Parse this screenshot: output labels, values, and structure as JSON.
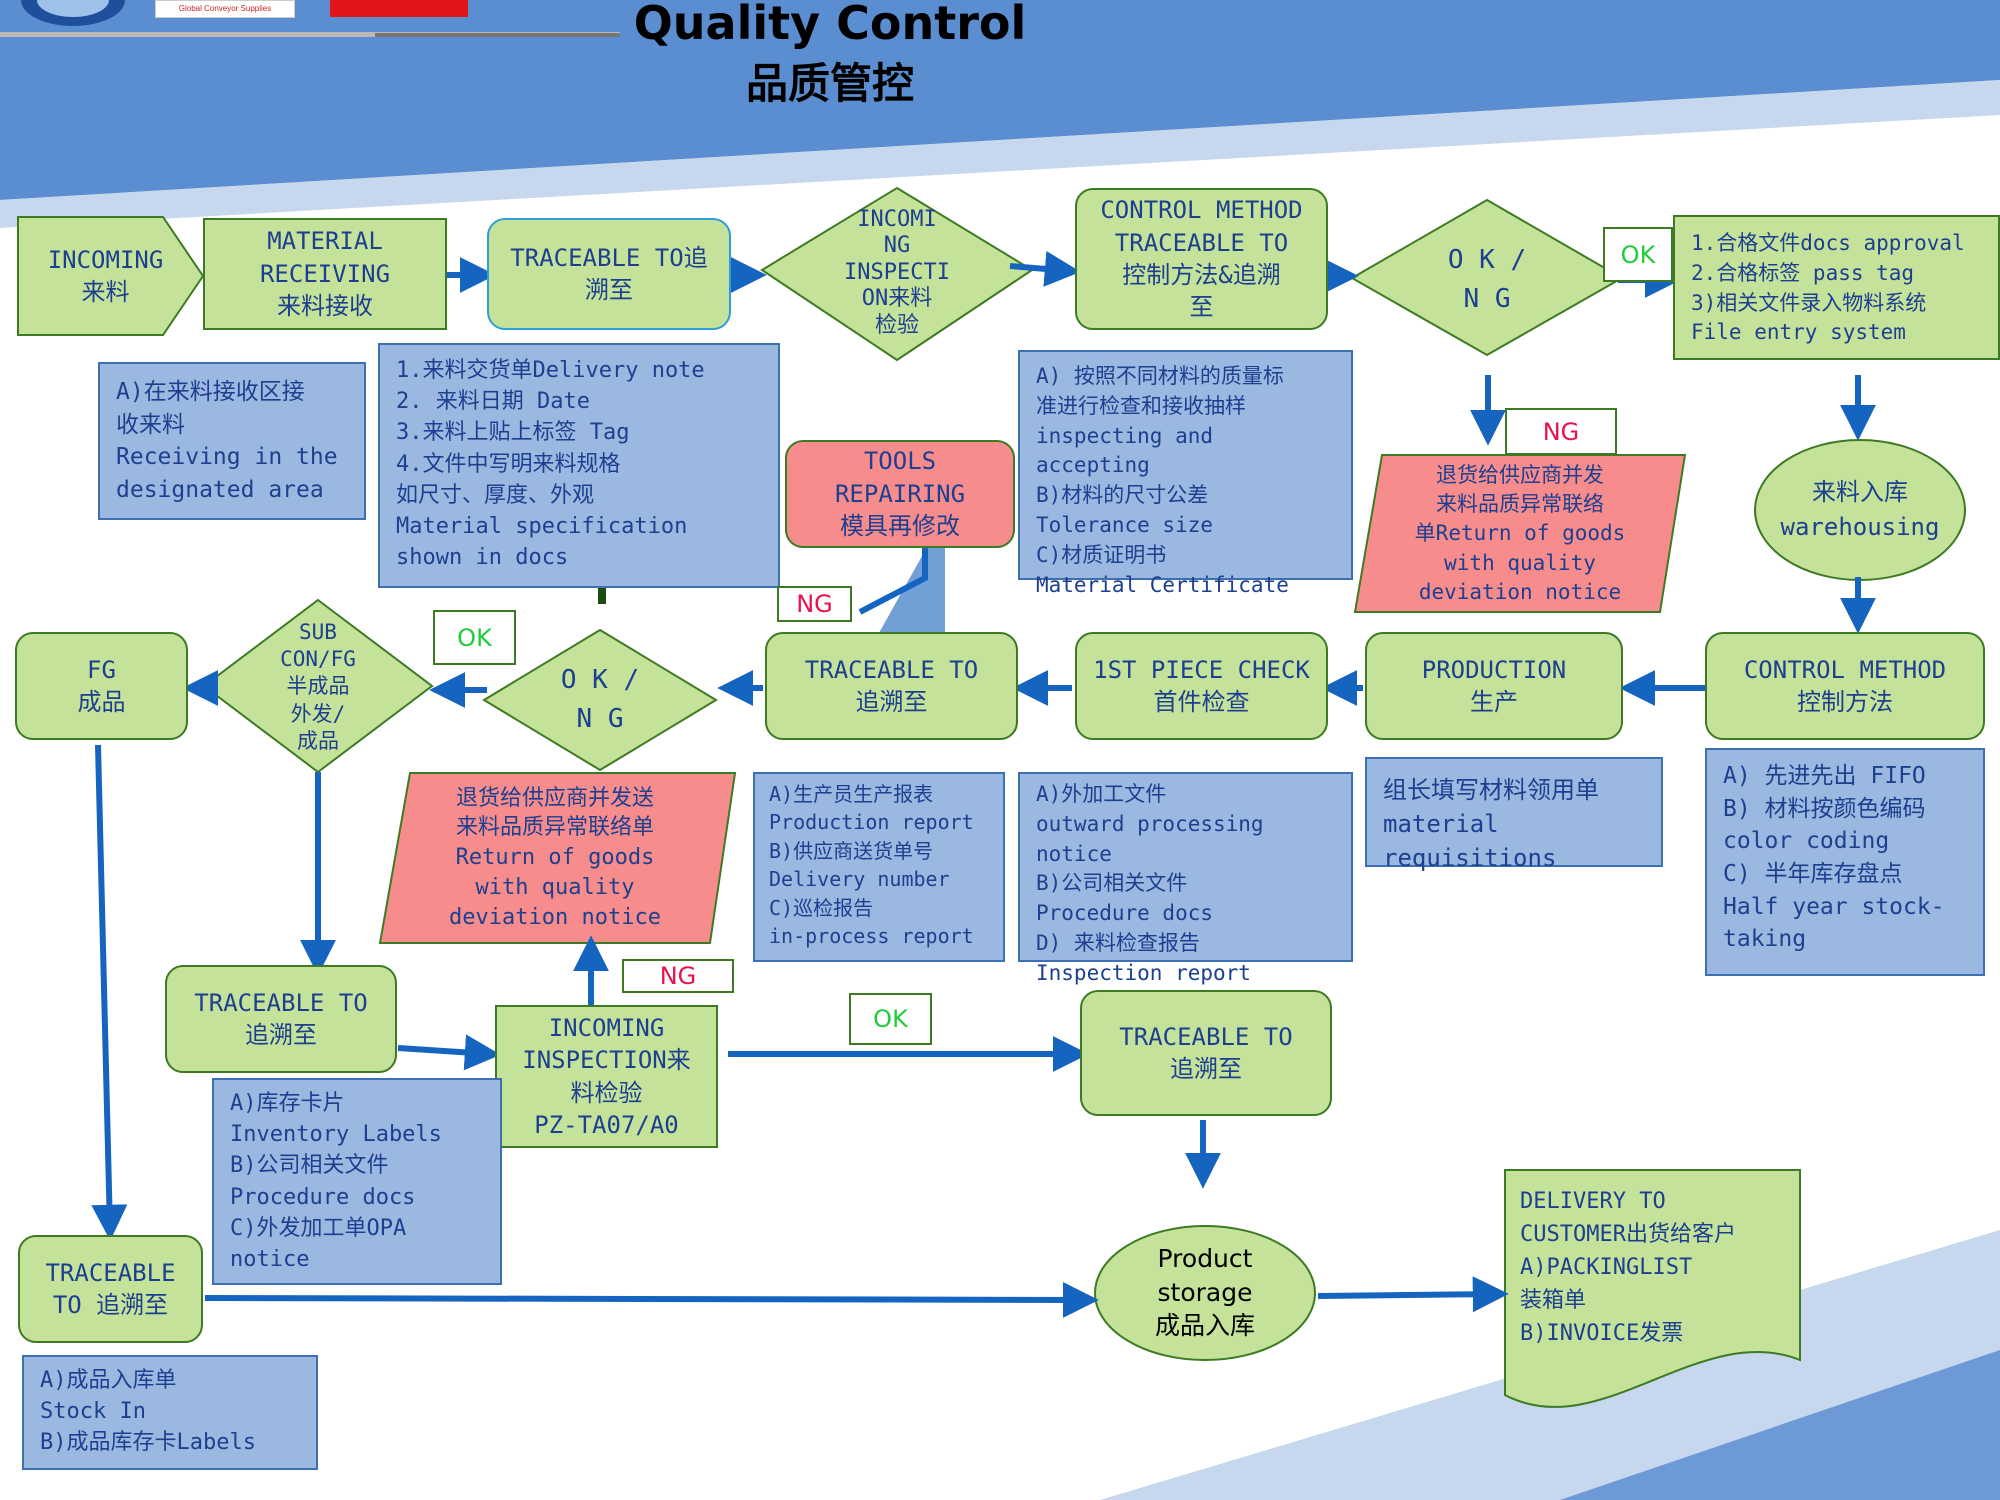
{
  "header": {
    "logo_caption": "Global Conveyor Supplies",
    "title_en": "Quality Control",
    "title_zh": "品质管控"
  },
  "colors": {
    "process_fill": "#c5e29a",
    "process_border": "#3d7a23",
    "note_fill": "#9bb9e0",
    "alert_fill": "#f78c8c",
    "arrow": "#1565c0",
    "text": "#1d3f8f",
    "ok_text": "#1fcc3a",
    "ng_text": "#e8124d"
  },
  "nodes": {
    "incoming": "INCOMING\n来料",
    "material_receiving": "MATERIAL\nRECEIVING\n来料接收",
    "traceable_1": "TRACEABLE TO追\n溯至",
    "incoming_inspection_1": "INCOMI\nNG\nINSPECTI\nON来料\n检验",
    "control_method_1": "CONTROL METHOD\nTRACEABLE TO\n控制方法&追溯\n至",
    "okng_1": "O K /\nN G",
    "warehousing": "来料入库\nwarehousing",
    "control_method_2": "CONTROL METHOD\n控制方法",
    "production": "PRODUCTION\n生产",
    "first_piece_check": "1ST PIECE CHECK\n首件检查",
    "traceable_2": "TRACEABLE TO\n追溯至",
    "tools_repairing": "TOOLS\nREPAIRING\n模具再修改",
    "okng_2": "O K /\nN G",
    "sub_con": "SUB\nCON/FG\n半成品\n外发/\n成品",
    "fg": "FG\n成品",
    "traceable_3": "TRACEABLE TO\n追溯至",
    "incoming_inspection_2": "INCOMING\nINSPECTION来\n料检验\nPZ-TA07/A0",
    "traceable_4": "TRACEABLE TO\n追溯至",
    "traceable_5": "TRACEABLE\nTO 追溯至",
    "product_storage": "Product\nstorage\n成品入库",
    "delivery": "DELIVERY TO\nCUSTOMER出货给客户\nA)PACKINGLIST\n装箱单\nB)INVOICE发票",
    "return_1": "退货给供应商并发\n来料品质异常联络\n单Return of goods\nwith quality\ndeviation notice",
    "return_2": "退货给供应商并发送\n来料品质异常联络单\nReturn of goods\nwith quality\ndeviation notice"
  },
  "notes": {
    "receiving_area": "A)在来料接收区接\n收来料\nReceiving in the\ndesignated area",
    "delivery_docs": "1.来料交货单Delivery note\n2. 来料日期 Date\n3.来料上贴上标签 Tag\n4.文件中写明来料规格\n 如尺寸、厚度、外观\nMaterial specification\nshown in docs",
    "inspection_method": "A) 按照不同材料的质量标\n准进行检查和接收抽样\n inspecting and accepting\nB)材料的尺寸公差\nTolerance size\nC)材质证明书\nMaterial Certificate",
    "ok_docs": "1.合格文件docs approval\n2.合格标签 pass tag\n 3)相关文件录入物料系统\n File entry system",
    "control_list": "A) 先进先出 FIFO\nB) 材料按颜色编码\n color coding\nC) 半年库存盘点\n Half year stock-\ntaking",
    "requisition": "组长填写材料领用单\nmaterial requisitions",
    "outward_docs": "A)外加工文件\noutward processing notice\nB)公司相关文件\n Procedure docs\nD) 来料检查报告\nInspection report",
    "production_docs": "A)生产员生产报表\nProduction report\nB)供应商送货单号\nDelivery number\nC)巡检报告\nin-process report",
    "inventory_docs": "A)库存卡片\nInventory Labels\nB)公司相关文件\nProcedure docs\nC)外发加工单OPA\nnotice",
    "stock_in_docs": "A)成品入库单\nStock In\nB)成品库存卡Labels"
  },
  "tags": {
    "ok_top": "OK",
    "ng_top": "NG",
    "ng_tools": "NG",
    "ok_mid": "OK",
    "ng_bottom": "NG",
    "ok_bottom": "OK"
  }
}
